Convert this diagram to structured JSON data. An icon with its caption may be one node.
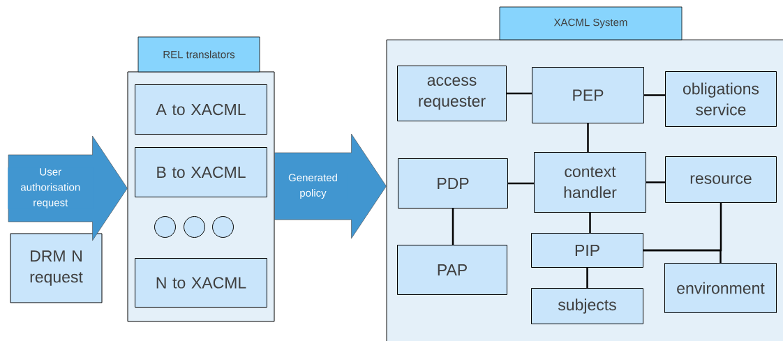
{
  "diagram": {
    "nodes": [
      {
        "text": [
          "REL translators"
        ]
      },
      {
        "text": [
          "A to XACML"
        ],
        "in": 0
      },
      {
        "text": [
          "B to XACML"
        ],
        "in": 0
      },
      {
        "text": [],
        "shape": "circle",
        "in": 0
      },
      {
        "text": [],
        "shape": "circle",
        "in": 0
      },
      {
        "text": [],
        "shape": "circle",
        "in": 0
      },
      {
        "text": [
          "N to XACML"
        ],
        "in": 0
      },
      {
        "text": [
          "DRM N request"
        ]
      },
      {
        "text": [
          "XACML System"
        ]
      },
      {
        "text": [
          "access requester"
        ],
        "in": 8
      },
      {
        "text": [
          "PEP"
        ],
        "in": 8
      },
      {
        "text": [
          "obligations service"
        ],
        "in": 8
      },
      {
        "text": [
          "PDP"
        ],
        "in": 8
      },
      {
        "text": [
          "context handler"
        ],
        "in": 8
      },
      {
        "text": [
          "resource"
        ],
        "in": 8
      },
      {
        "text": [
          "PAP"
        ],
        "in": 8
      },
      {
        "text": [
          "PIP"
        ],
        "in": 8
      },
      {
        "text": [
          "environment"
        ],
        "in": 8
      },
      {
        "text": [
          "subjects"
        ],
        "in": 8
      }
    ],
    "edges": [
      {
        "from": null,
        "to": 0,
        "arrow": "to",
        "label": "User authorisation request",
        "style": "thick",
        "color": "#4196d0"
      },
      {
        "from": 0,
        "to": 8,
        "arrow": "to",
        "label": "Generated policy",
        "style": "thick",
        "color": "#4196d0"
      },
      {
        "from": 9,
        "to": 10,
        "arrow": "none"
      },
      {
        "from": 10,
        "to": 11,
        "arrow": "none"
      },
      {
        "from": 10,
        "to": 13,
        "arrow": "none"
      },
      {
        "from": 12,
        "to": 13,
        "arrow": "none"
      },
      {
        "from": 13,
        "to": 14,
        "arrow": "none"
      },
      {
        "from": 12,
        "to": 15,
        "arrow": "none"
      },
      {
        "from": 13,
        "to": 16,
        "arrow": "none"
      },
      {
        "from": 16,
        "to": 18,
        "arrow": "none"
      },
      {
        "from": 16,
        "to": 14,
        "arrow": "none"
      },
      {
        "from": 16,
        "to": 17,
        "arrow": "none"
      }
    ]
  }
}
